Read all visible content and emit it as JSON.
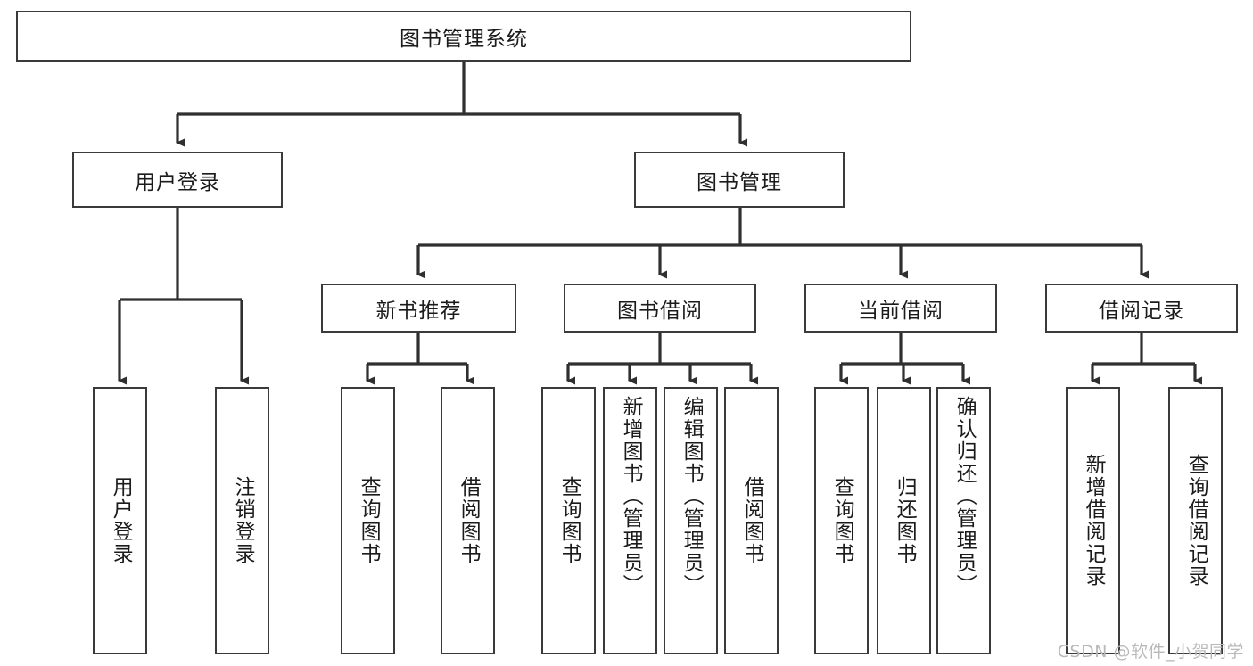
{
  "diagram": {
    "type": "tree-hierarchy-diagram",
    "root": {
      "id": "root",
      "label": "图书管理系统"
    },
    "level2": [
      {
        "id": "user-login",
        "label": "用户登录"
      },
      {
        "id": "book-management",
        "label": "图书管理"
      }
    ],
    "level3": [
      {
        "id": "new-book-recommend",
        "label": "新书推荐",
        "parent": "book-management"
      },
      {
        "id": "book-borrow",
        "label": "图书借阅",
        "parent": "book-management"
      },
      {
        "id": "current-borrow",
        "label": "当前借阅",
        "parent": "book-management"
      },
      {
        "id": "borrow-record",
        "label": "借阅记录",
        "parent": "book-management"
      }
    ],
    "leaves": [
      {
        "id": "leaf-user-login",
        "label": "用户登录",
        "parent": "user-login"
      },
      {
        "id": "leaf-logout-login",
        "label": "注销登录",
        "parent": "user-login"
      },
      {
        "id": "leaf-query-book-1",
        "label": "查询图书",
        "parent": "new-book-recommend"
      },
      {
        "id": "leaf-borrow-book-1",
        "label": "借阅图书",
        "parent": "new-book-recommend"
      },
      {
        "id": "leaf-query-book-2",
        "label": "查询图书",
        "parent": "book-borrow"
      },
      {
        "id": "leaf-add-book",
        "label": "新增图书（管理员）",
        "parent": "book-borrow"
      },
      {
        "id": "leaf-edit-book",
        "label": "编辑图书（管理员）",
        "parent": "book-borrow"
      },
      {
        "id": "leaf-borrow-book-2",
        "label": "借阅图书",
        "parent": "book-borrow"
      },
      {
        "id": "leaf-query-book-3",
        "label": "查询图书",
        "parent": "current-borrow"
      },
      {
        "id": "leaf-return-book",
        "label": "归还图书",
        "parent": "current-borrow"
      },
      {
        "id": "leaf-confirm-return",
        "label": "确认归还（管理员）",
        "parent": "current-borrow"
      },
      {
        "id": "leaf-add-record",
        "label": "新增借阅记录",
        "parent": "borrow-record"
      },
      {
        "id": "leaf-query-record",
        "label": "查询借阅记录",
        "parent": "borrow-record"
      }
    ],
    "watermark": "CSDN @软件_小贺同学",
    "colors": {
      "stroke": "#3a3a3a",
      "text": "#1b1b1b",
      "background": "#ffffff",
      "watermark": "#b9b9b9"
    }
  }
}
